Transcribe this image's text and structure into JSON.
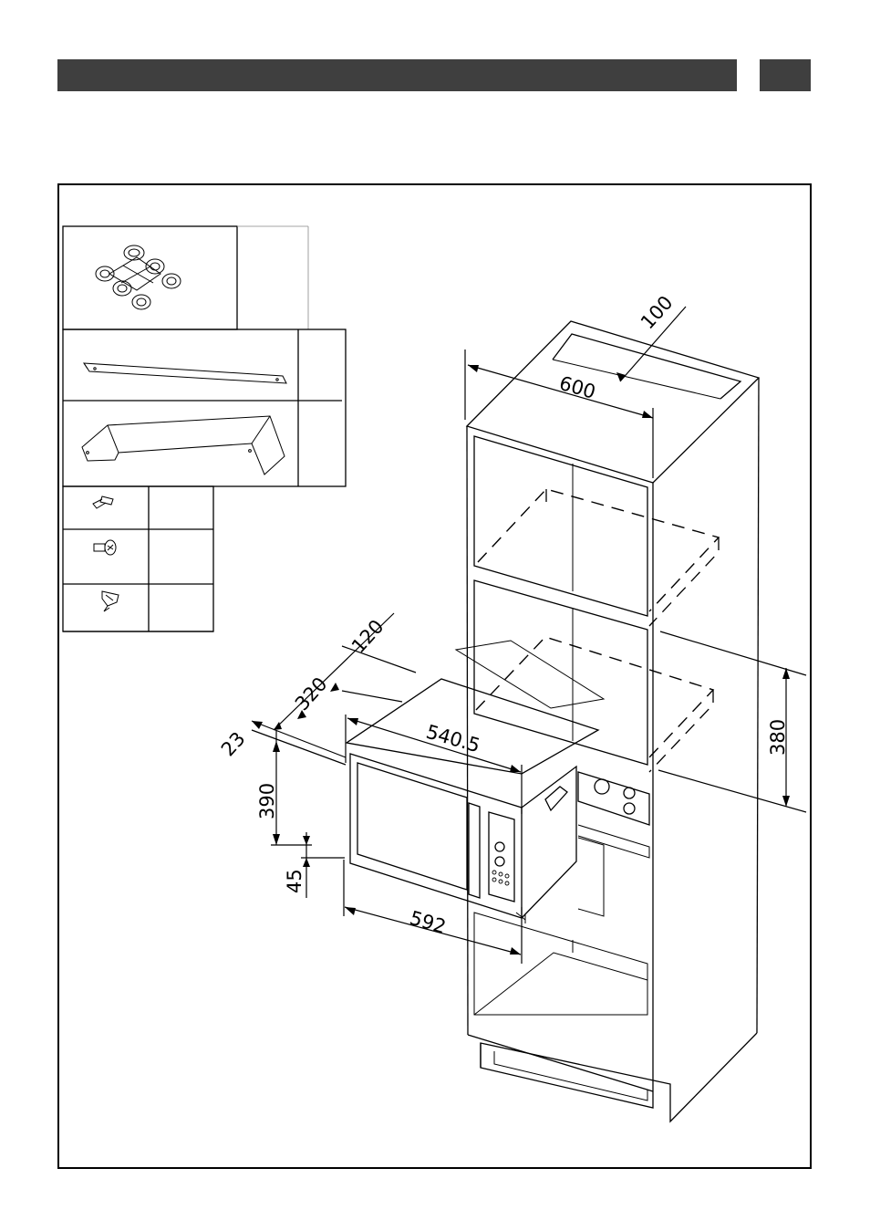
{
  "header": {
    "bar_color": "#3f3f3f",
    "title": "",
    "page_number": ""
  },
  "parts": [
    {
      "id": "bracket-plate",
      "icon": "four-hole-bracket-icon",
      "quantity": ""
    },
    {
      "id": "mounting-strip",
      "icon": "mounting-strip-icon",
      "quantity": ""
    },
    {
      "id": "cover-panel",
      "icon": "cover-panel-icon",
      "quantity": ""
    },
    {
      "id": "screw-a",
      "icon": "wood-screw-icon",
      "quantity": ""
    },
    {
      "id": "screw-b",
      "icon": "cross-head-screw-icon",
      "quantity": ""
    },
    {
      "id": "screw-c",
      "icon": "tapered-screw-icon",
      "quantity": ""
    }
  ],
  "dimensions": {
    "top_depth": "100",
    "cabinet_width": "600",
    "bracket_offset": "120",
    "unit_depth": "320",
    "front_offset": "23",
    "cutout_width": "540.5",
    "unit_height": "390",
    "base_offset": "45",
    "front_width": "592",
    "niche_height": "380"
  }
}
